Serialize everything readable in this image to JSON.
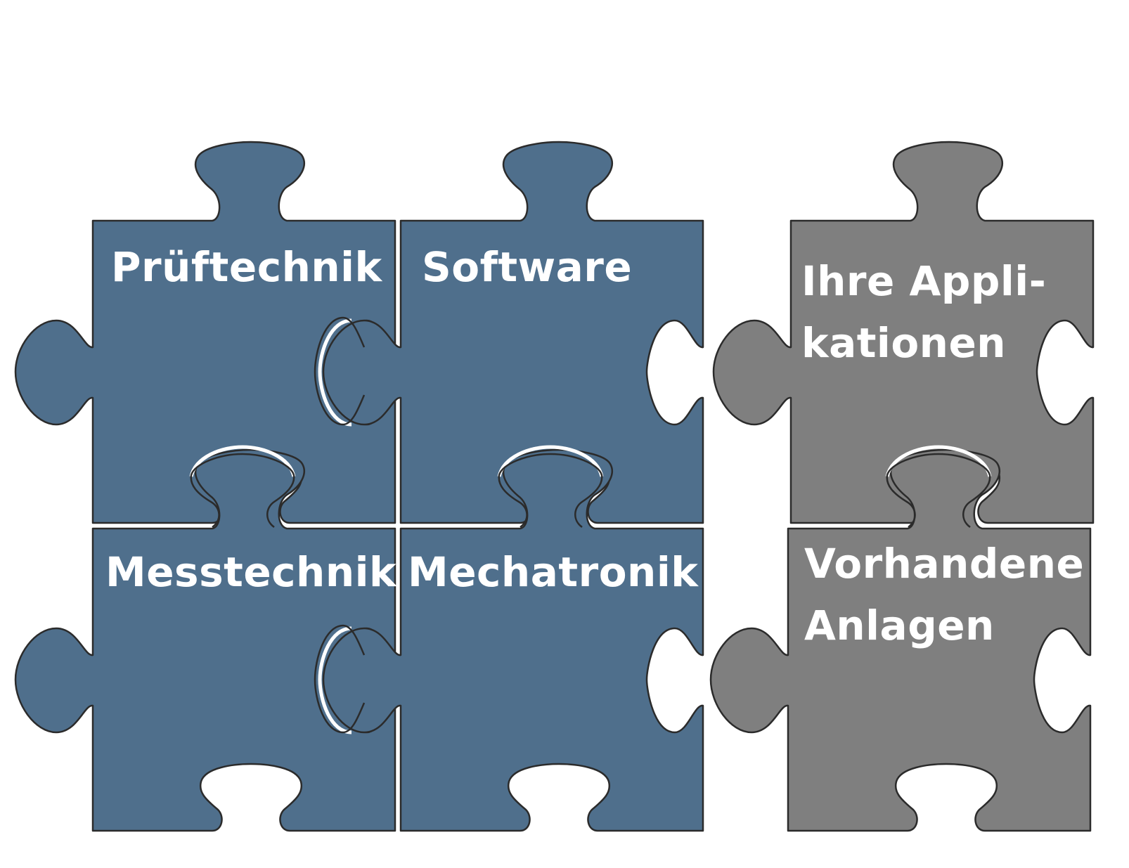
{
  "colors": {
    "blue_piece": "#4f6f8c",
    "gray_piece": "#7f7f7f",
    "outline": "#2b2b2b",
    "label_text": "#ffffff",
    "background": "#ffffff"
  },
  "pieces": {
    "top_left": {
      "label_line1": "Prüftechnik"
    },
    "top_middle": {
      "label_line1": "Software"
    },
    "bottom_left": {
      "label_line1": "Messtechnik"
    },
    "bottom_middle": {
      "label_line1": "Mechatronik"
    },
    "top_right": {
      "label_line1": "Ihre Appli-",
      "label_line2": "kationen"
    },
    "bottom_right": {
      "label_line1": "Vorhandene",
      "label_line2": "Anlagen"
    }
  }
}
